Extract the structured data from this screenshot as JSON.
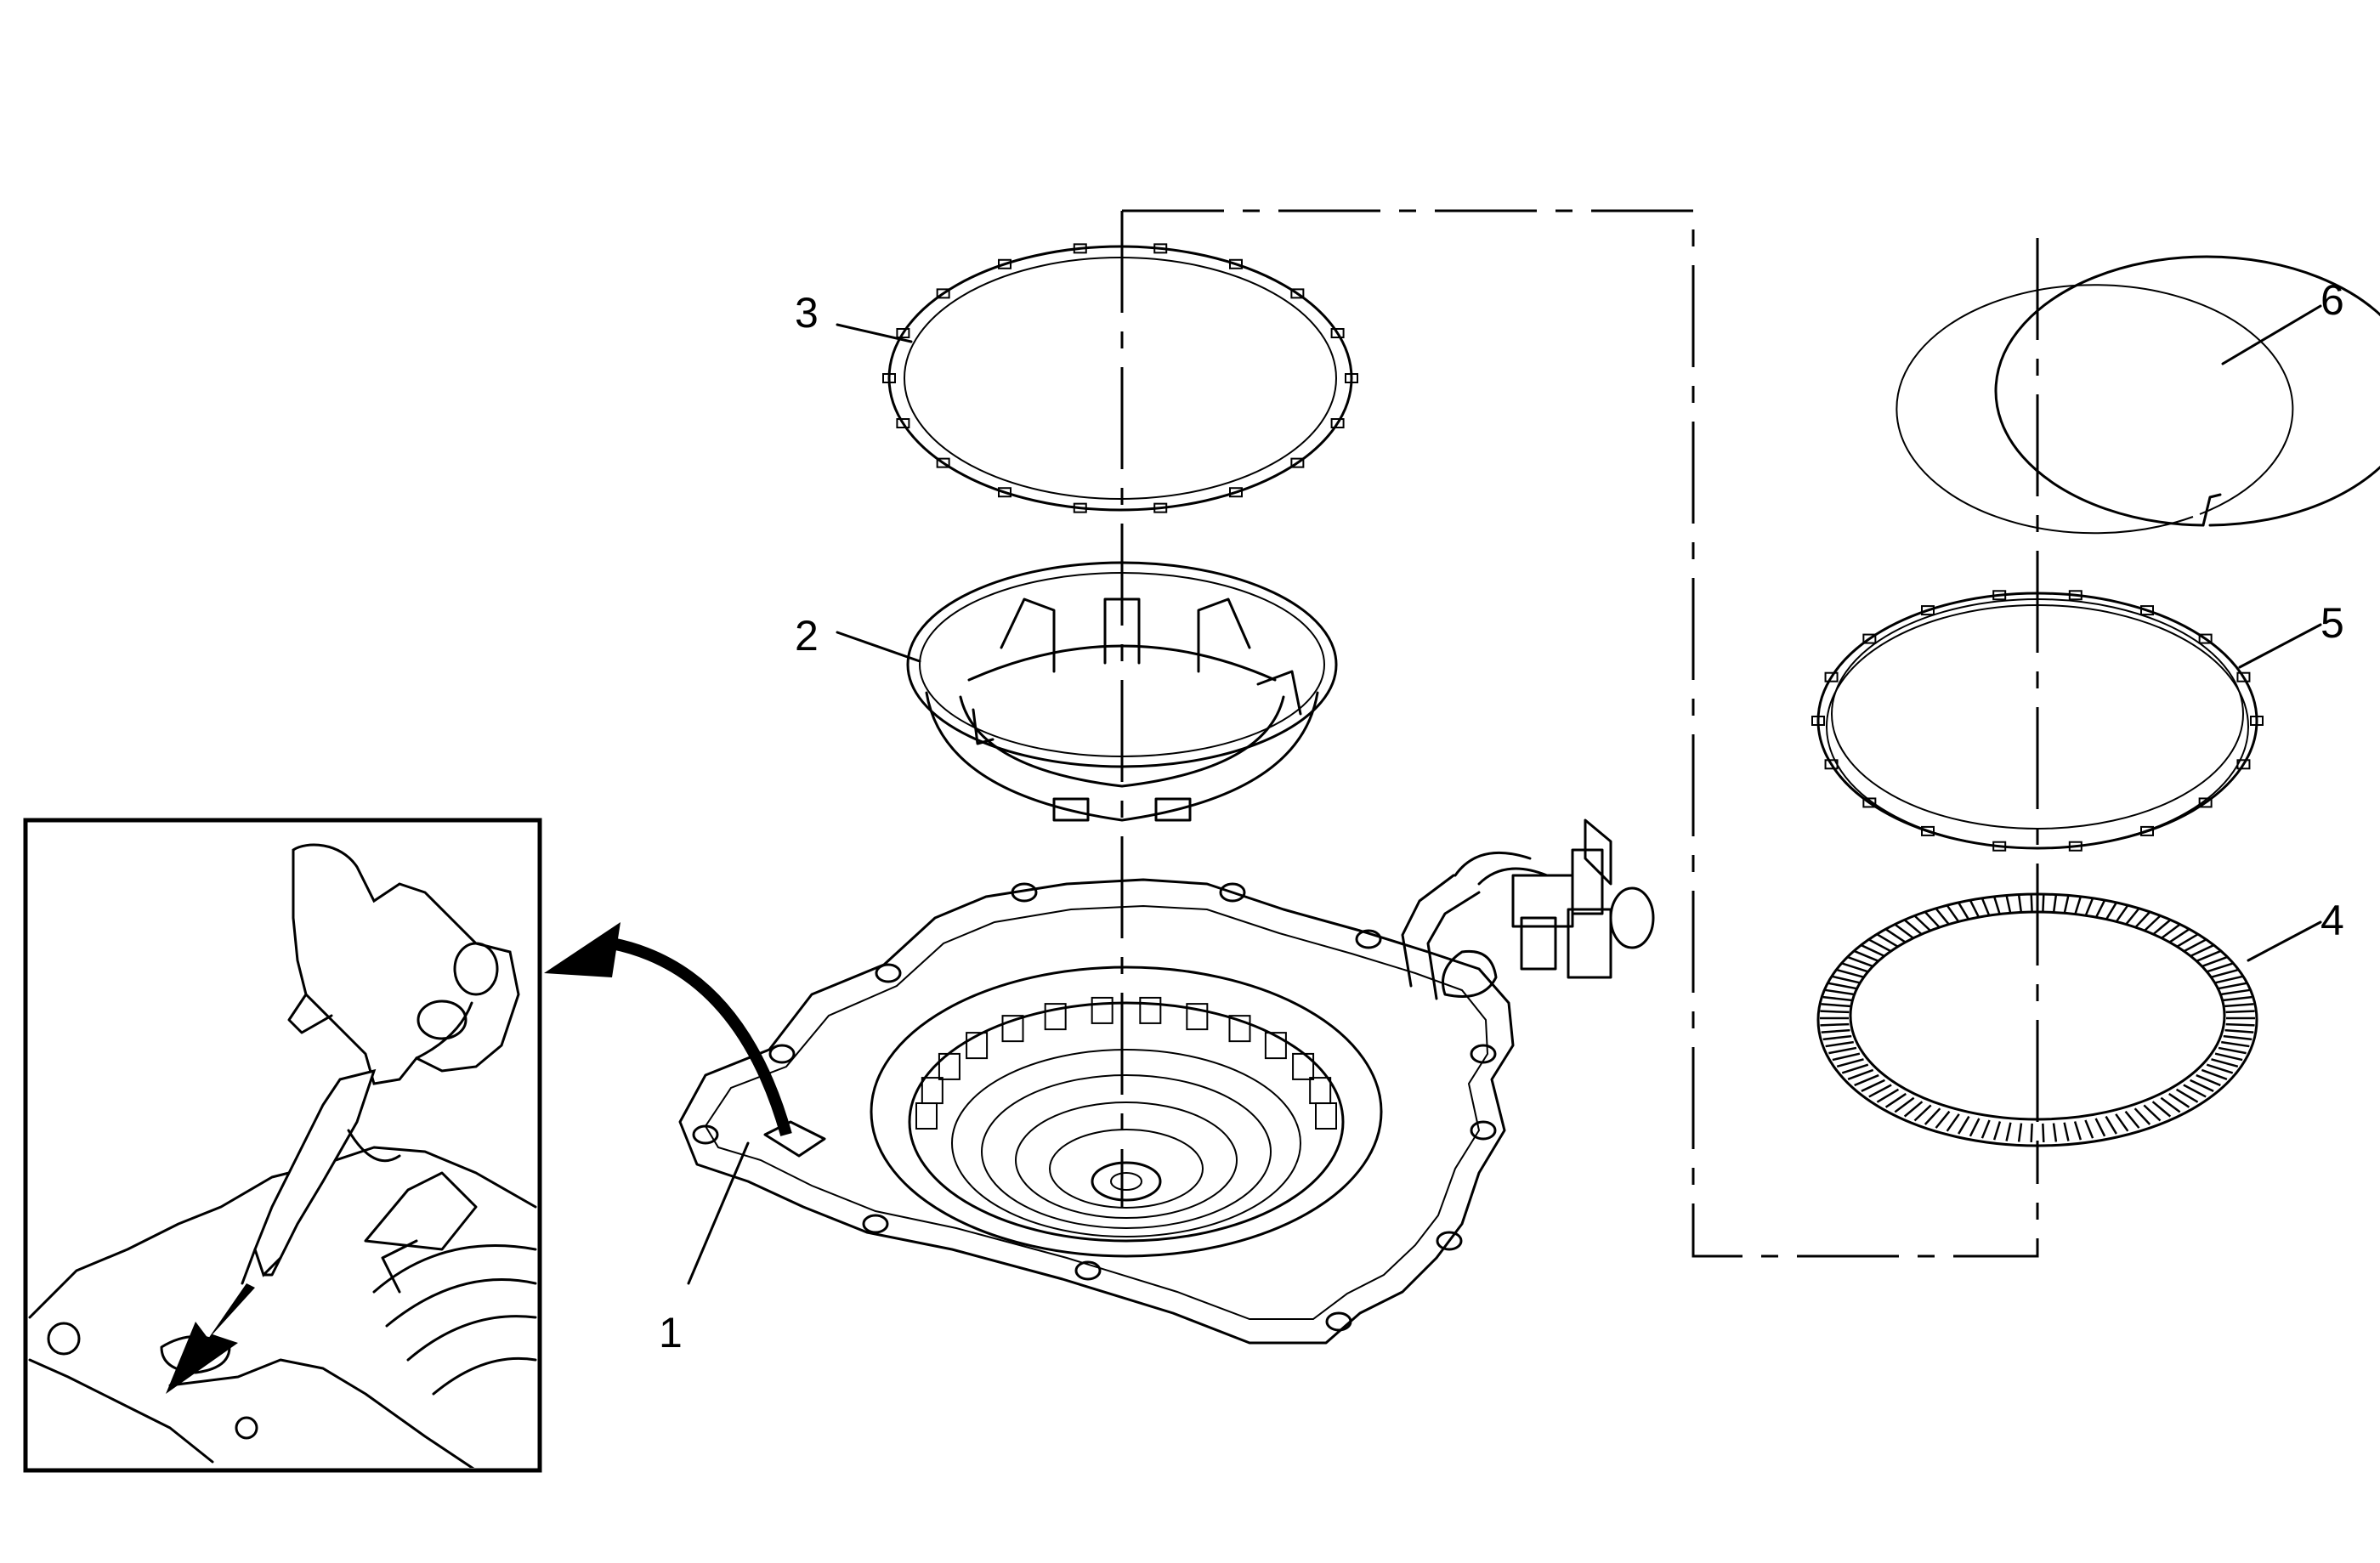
{
  "callouts": [
    {
      "id": "1",
      "text": "1"
    },
    {
      "id": "2",
      "text": "2"
    },
    {
      "id": "3",
      "text": "3"
    },
    {
      "id": "4",
      "text": "4"
    },
    {
      "id": "5",
      "text": "5"
    },
    {
      "id": "6",
      "text": "6"
    }
  ],
  "parts": {
    "1": "case-passage",
    "2": "spring-retainer",
    "3": "clutch-plate",
    "4": "friction-plate",
    "5": "steel-plate",
    "6": "snap-ring"
  },
  "colors": {
    "line": "#000000",
    "background": "#ffffff"
  }
}
